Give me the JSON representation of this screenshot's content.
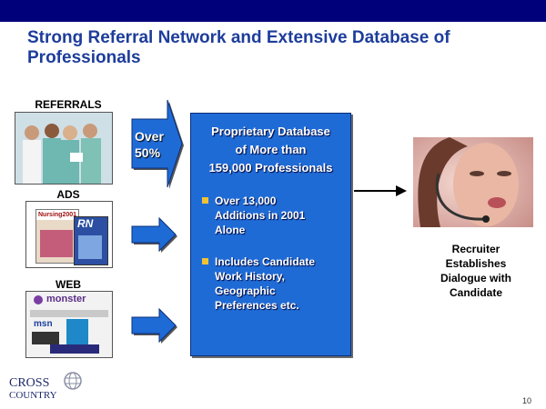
{
  "title": "Strong Referral Network and Extensive Database of Professionals",
  "sources": {
    "referrals": "REFERRALS",
    "ads": "ADS",
    "web": "WEB"
  },
  "ads_images": {
    "magazine_1": "Nursing2001",
    "magazine_2": "RN"
  },
  "web_images": {
    "monster": "monster",
    "msn": "msn"
  },
  "over_arrow": {
    "line1": "Over",
    "line2": "50%"
  },
  "database": {
    "title_lines": [
      "Proprietary Database",
      "of More than",
      "159,000 Professionals"
    ],
    "bullets": [
      {
        "lines": [
          "Over 13,000",
          "Additions in 2001",
          "Alone"
        ]
      },
      {
        "lines": [
          "Includes Candidate",
          "Work History,",
          "Geographic",
          "Preferences etc."
        ]
      }
    ]
  },
  "recruiter": {
    "lines": [
      "Recruiter",
      "Establishes",
      "Dialogue with",
      "Candidate"
    ]
  },
  "logo": {
    "line1": "CROSS",
    "line2": "COUNTRY"
  },
  "page_number": "10",
  "colors": {
    "top_bar": "#00007a",
    "title": "#1d3d9b",
    "arrow_blue": "#1f6bd6",
    "database_box": "#1f6bd6",
    "bullet": "#f1c232"
  }
}
